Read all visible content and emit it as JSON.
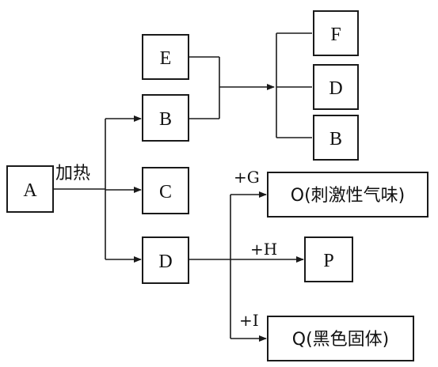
{
  "nodes": {
    "A": "A",
    "E": "E",
    "B": "B",
    "C": "C",
    "D": "D",
    "F": "F",
    "D2": "D",
    "B2": "B",
    "O": "O(刺激性气味)",
    "P": "P",
    "Q": "Q(黑色固体)"
  },
  "edges": {
    "heat": "加热",
    "plus_g": "+G",
    "plus_h": "+H",
    "plus_i": "+I"
  }
}
